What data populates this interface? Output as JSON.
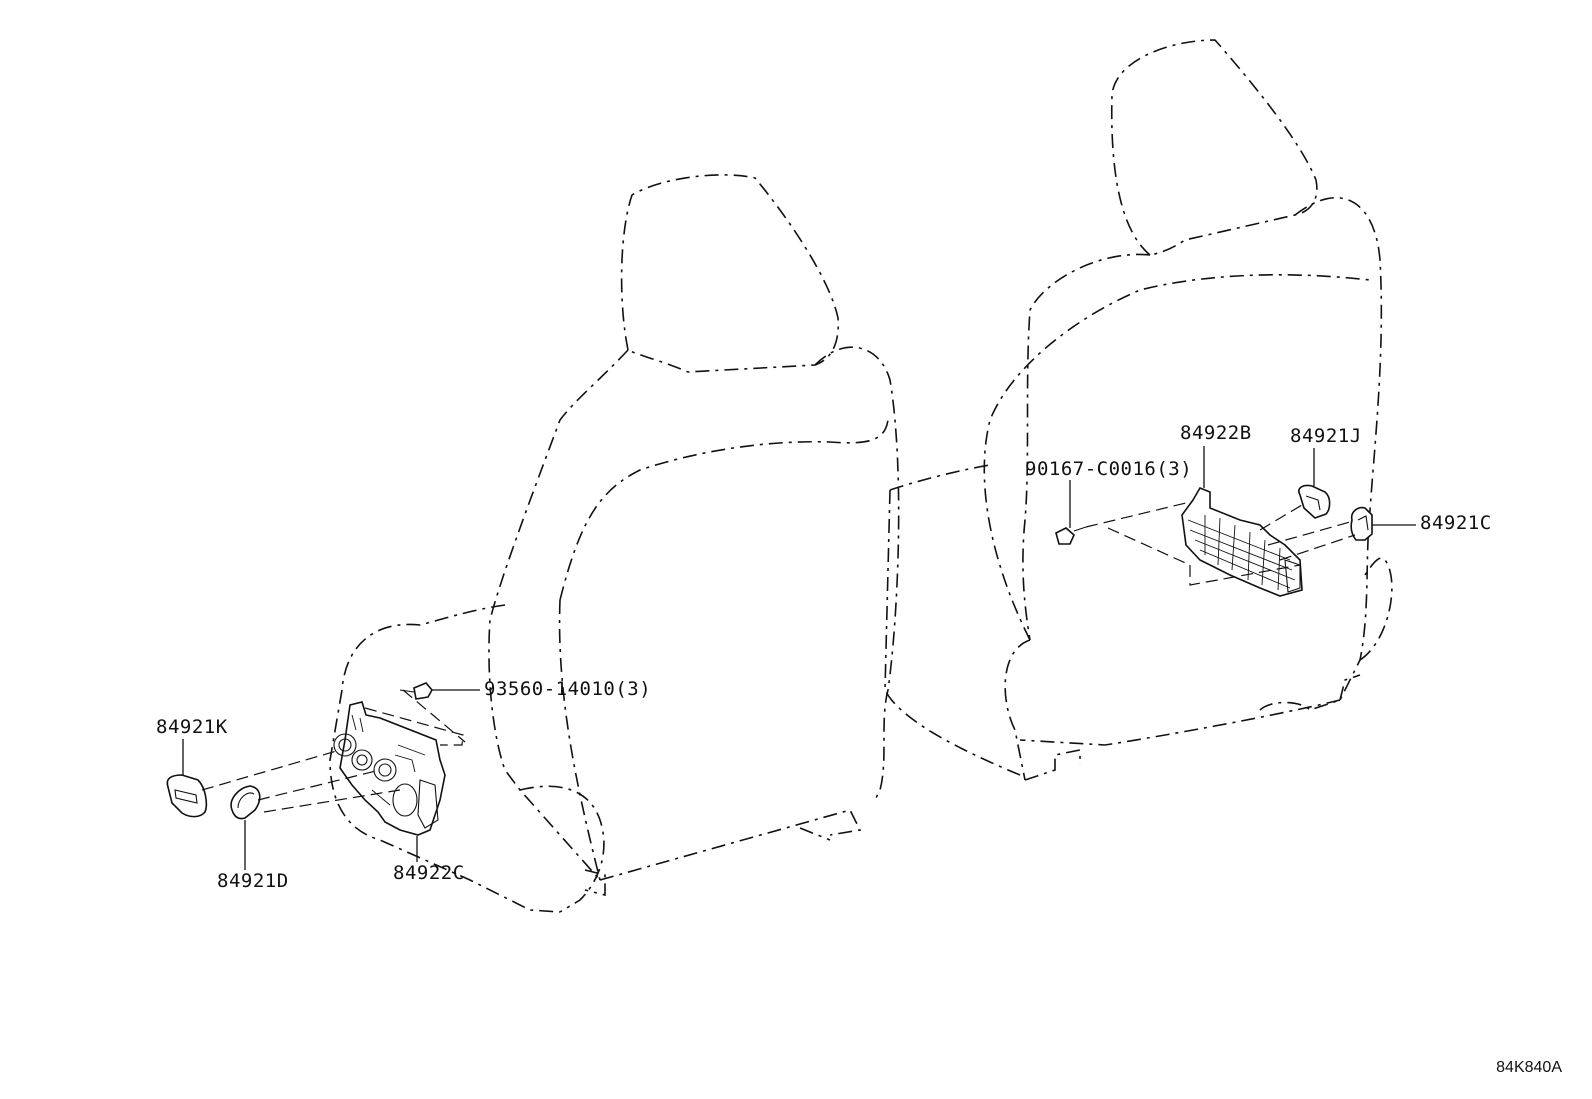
{
  "diagram": {
    "callouts": {
      "p84921K": "84921K",
      "p84921D": "84921D",
      "p84922C": "84922C",
      "p93560": "93560-14010(3)",
      "p90167": "90167-C0016(3)",
      "p84922B": "84922B",
      "p84921J": "84921J",
      "p84921C": "84921C"
    },
    "reference_code": "84K840A"
  }
}
